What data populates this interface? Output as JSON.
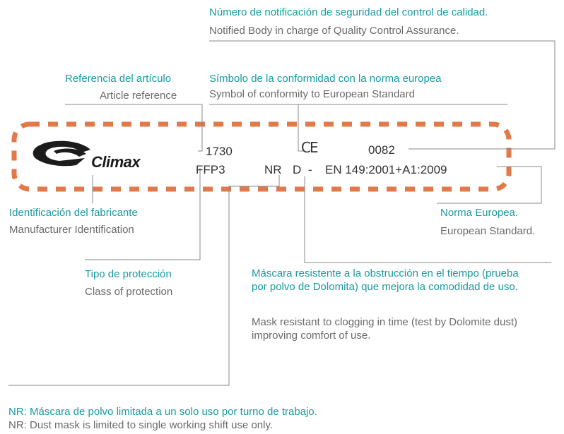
{
  "notified_body": {
    "es": "Número de notificación de seguridad del control de calidad.",
    "en": "Notified Body in charge of Quality Control Assurance."
  },
  "ce_symbol": {
    "es": "Símbolo de la conformidad con la norma europea",
    "en": "Symbol of conformity to European Standard"
  },
  "article_ref": {
    "es": "Referencia del artículo",
    "en": "Article reference"
  },
  "manufacturer": {
    "es": "Identificación del fabricante",
    "en": "Manufacturer Identification",
    "logo_text": "Climax"
  },
  "protection": {
    "es": "Tipo de protección",
    "en": "Class of protection"
  },
  "standard": {
    "es": "Norma Europea.",
    "en": "European Standard."
  },
  "dolomite": {
    "es": "Máscara resistente a la obstrucción en el tiempo (prueba por polvo de Dolomita) que mejora la comodidad de uso.",
    "en": "Mask resistant to clogging in time (test by Dolomite dust) improving comfort of use."
  },
  "nr_note": {
    "es": "NR: Máscara de polvo limitada a un solo uso por turno de trabajo.",
    "en": "NR: Dust mask is limited to single working shift use only."
  },
  "marking": {
    "article": "1730",
    "class": "FFP3",
    "ce": "CE",
    "notified_number": "0082",
    "nr": "NR",
    "d": "D",
    "dash": "-",
    "standard": "EN 149:2001+A1:2009"
  },
  "colors": {
    "label_es": "#1a9aa0",
    "label_en": "#6a6a6a",
    "dashed_border": "#e07a4a",
    "leader_lines": "#888888"
  }
}
